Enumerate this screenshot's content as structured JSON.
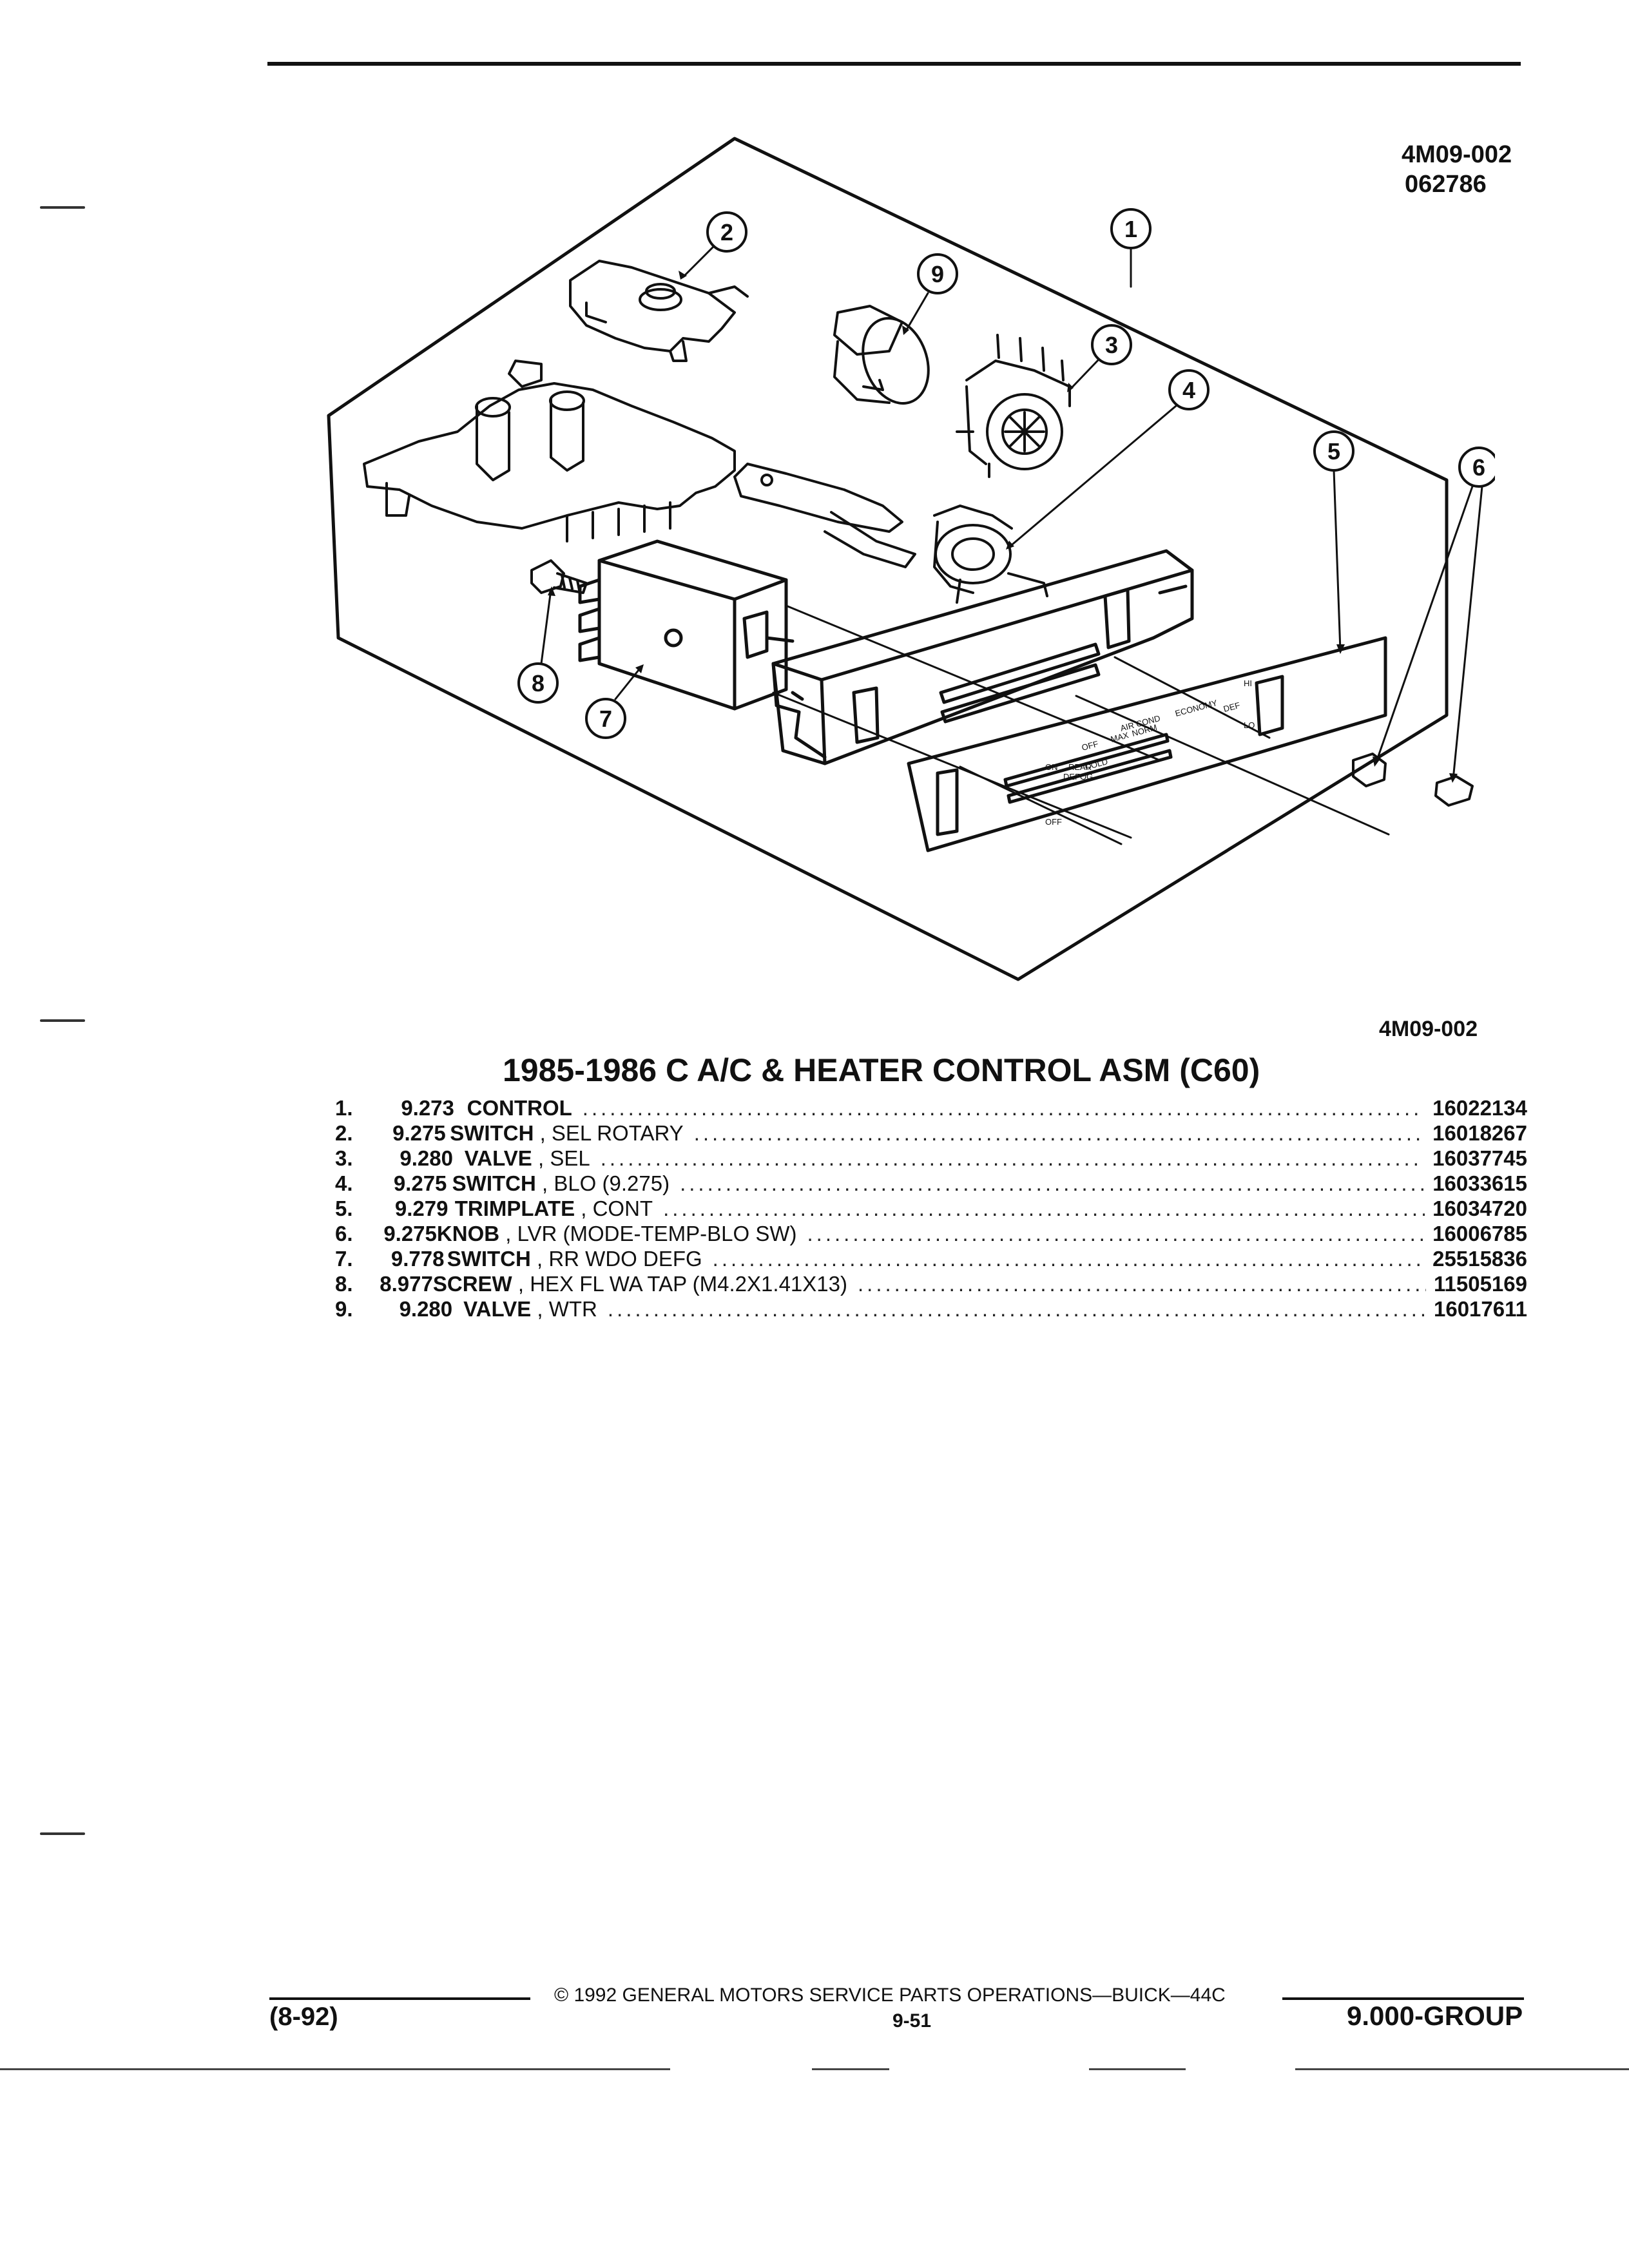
{
  "header": {
    "code_top": "4M09-002",
    "date_code": "062786",
    "code_bottom": "4M09-002"
  },
  "diagram": {
    "callouts": [
      "1",
      "2",
      "3",
      "4",
      "5",
      "6",
      "7",
      "8",
      "9"
    ],
    "panel_labels": {
      "air_cond": "AIR COND",
      "economy": "ECONOMY",
      "off": "OFF",
      "max": "MAX",
      "norm": "NORM",
      "def": "DEF",
      "cold": "COLD",
      "hi": "HI",
      "lo": "LO",
      "on": "ON",
      "rear": "REAR",
      "defog": "DEFOG",
      "off2": "OFF"
    }
  },
  "parts": {
    "title": "1985-1986 C A/C & HEATER CONTROL ASM (C60)",
    "dots": "...................................................................................................................",
    "items": [
      {
        "idx": "1.",
        "group": "9.273",
        "name": "CONTROL",
        "detail": "",
        "part": "16022134"
      },
      {
        "idx": "2.",
        "group": "9.275",
        "name": "SWITCH",
        "detail": " , SEL ROTARY",
        "part": "16018267"
      },
      {
        "idx": "3.",
        "group": "9.280",
        "name": "VALVE",
        "detail": " , SEL",
        "part": "16037745"
      },
      {
        "idx": "4.",
        "group": "9.275",
        "name": "SWITCH",
        "detail": " , BLO (9.275)",
        "part": "16033615"
      },
      {
        "idx": "5.",
        "group": "9.279",
        "name": "TRIMPLATE",
        "detail": " , CONT",
        "part": "16034720"
      },
      {
        "idx": "6.",
        "group": "9.275",
        "name": "KNOB",
        "detail": " , LVR (MODE-TEMP-BLO SW)",
        "part": "16006785"
      },
      {
        "idx": "7.",
        "group": "9.778",
        "name": "SWITCH",
        "detail": " , RR WDO DEFG",
        "part": "25515836"
      },
      {
        "idx": "8.",
        "group": "8.977",
        "name": "SCREW",
        "detail": " , HEX FL WA TAP (M4.2X1.41X13)",
        "part": "11505169"
      },
      {
        "idx": "9.",
        "group": "9.280",
        "name": "VALVE",
        "detail": " , WTR",
        "part": "16017611"
      }
    ]
  },
  "footer": {
    "date": "(8-92)",
    "copyright": "© 1992 GENERAL MOTORS SERVICE PARTS OPERATIONS—BUICK—44C",
    "page": "9-51",
    "group": "9.000-GROUP"
  }
}
